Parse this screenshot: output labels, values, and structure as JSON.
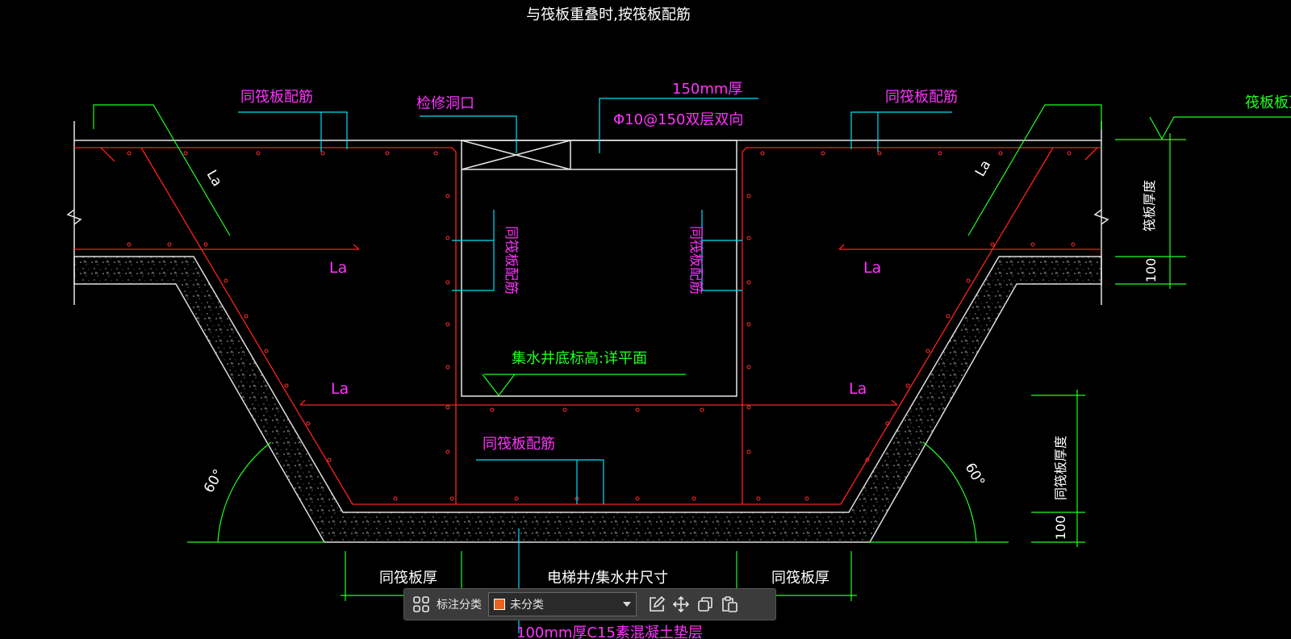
{
  "drawing": {
    "top_note": "与筏板重叠时,按筏板配筋",
    "raft_rebar_left": "同筏板配筋",
    "raft_rebar_right": "同筏板配筋",
    "access_hole": "检修洞口",
    "slab_thickness": "150mm厚",
    "slab_rebar": "Φ10@150双层双向",
    "raft_top": "筏板板顶",
    "raft_thickness_dim": "筏板厚度",
    "dim_100_upper": "100",
    "dim_100_lower": "100",
    "la_diag_left": "La",
    "la_diag_right": "La",
    "la_mid_left": "La",
    "la_mid_right": "La",
    "la_low_left": "La",
    "la_low_right": "La",
    "wall_rebar_left": "同筏板配筋",
    "wall_rebar_right": "同筏板配筋",
    "pit_bottom_elev": "集水井底标高:详平面",
    "bottom_rebar": "同筏板配筋",
    "angle_left": "60°",
    "angle_right": "60°",
    "same_raft_thickness_dim": "同筏板厚度",
    "same_raft_thick_left": "同筏板厚",
    "same_raft_thick_right": "同筏板厚",
    "pit_size": "电梯井/集水井尺寸",
    "bottom_cushion": "100mm厚C15素混凝土垫层"
  },
  "toolbar": {
    "category_label": "标注分类",
    "selected_category": "未分类",
    "swatch_color": "#e8641e",
    "icons": [
      "grid-icon",
      "edit-icon",
      "move-icon",
      "copy-icon",
      "paste-icon"
    ]
  },
  "colors": {
    "background": "#000000",
    "concrete_outline": "#ffffff",
    "rebar": "#ff2020",
    "dimension": "#00ff00",
    "text_annotation": "#ff00ff",
    "leader": "#00ffff"
  }
}
